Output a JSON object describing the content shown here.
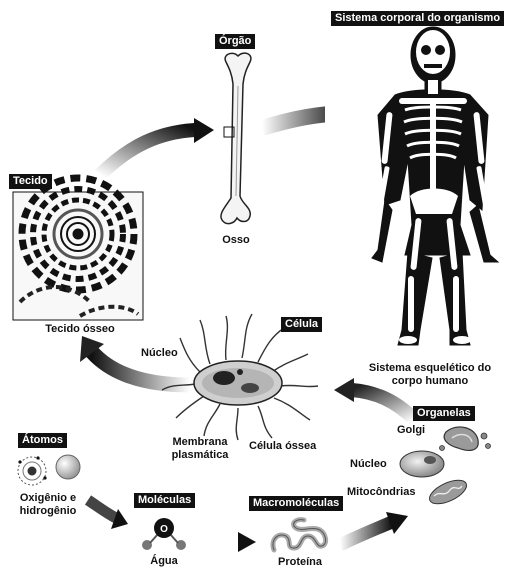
{
  "levels": {
    "sistema": "Sistema corporal do organismo",
    "orgao": "Órgão",
    "tecido": "Tecido",
    "celula": "Célula",
    "organelas": "Organelas",
    "atomos": "Átomos",
    "moleculas": "Moléculas",
    "macromoleculas": "Macromoléculas"
  },
  "captions": {
    "osso": "Osso",
    "tecido_osseo": "Tecido ósseo",
    "sistema_line1": "Sistema esquelético do",
    "sistema_line2": "corpo humano",
    "nucleo_celula": "Núcleo",
    "membrana_line1": "Membrana",
    "membrana_line2": "plasmática",
    "celula_ossea": "Célula óssea",
    "golgi": "Golgi",
    "nucleo_organela": "Núcleo",
    "mitocondrias": "Mitocôndrias",
    "oxigenio_line1": "Oxigênio e",
    "oxigenio_line2": "hidrogênio",
    "agua": "Água",
    "proteina": "Proteína",
    "atom_symbol": "O"
  }
}
